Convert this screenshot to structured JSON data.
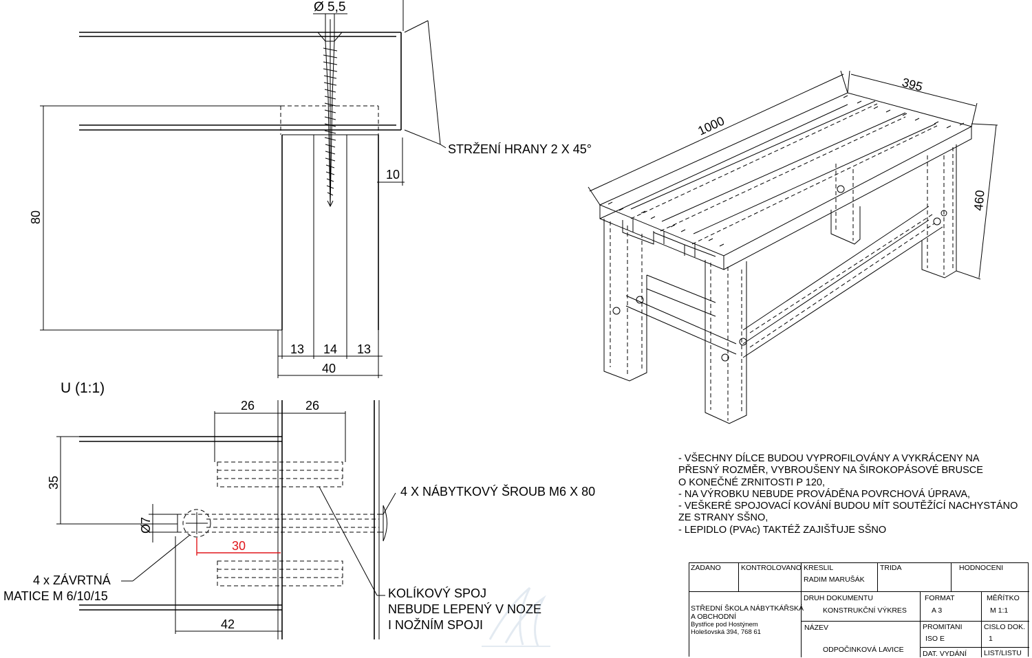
{
  "drawing": {
    "screw_diameter": "Ø 5,5",
    "chamfer_note": "STRŽENÍ HRANY 2 X 45°",
    "dim_10": "10",
    "dim_80": "80",
    "dim_13a": "13",
    "dim_14": "14",
    "dim_13b": "13",
    "dim_40": "40",
    "detail_label": "U (1:1)",
    "dim_26a": "26",
    "dim_26b": "26",
    "dim_35": "35",
    "dim_7": "Ø7",
    "dim_30": "30",
    "dim_42": "42",
    "bolt_note": "4 X NÁBYTKOVÝ ŠROUB M6 X 80",
    "nut_note_1": "4 x ZÁVRTNÁ",
    "nut_note_2": "MATICE M 6/10/15",
    "dowel_note_1": "KOLÍKOVÝ SPOJ",
    "dowel_note_2": "NEBUDE LEPENÝ V NOZE",
    "dowel_note_3": "I NOŽNÍM SPOJI",
    "iso_len": "1000",
    "iso_width": "395",
    "iso_height": "460"
  },
  "notes": [
    "- VŠECHNY DÍLCE BUDOU VYPROFILOVÁNY A VYKRÁCENY NA",
    "PŘESNÝ ROZMĚR, VYBROUŠENY NA ŠIROKOPÁSOVÉ BRUSCE",
    "O KONEČNÉ ZRNITOSTI P 120,",
    "- NA VÝROBKU NEBUDE PROVÁDĚNA POVRCHOVÁ ÚPRAVA,",
    "- VEŠKERÉ SPOJOVACÍ KOVÁNÍ BUDOU MÍT SOUTĚŽÍCÍ NACHYSTÁNO",
    "ZE STRANY SŠNO,",
    "- LEPIDLO (PVAc) TAKTÉŽ ZAJIŠŤUJE SŠNO"
  ],
  "title_block": {
    "zadano": "ZADANO",
    "kontrolovano": "KONTROLOVANO",
    "kreslil": "KRESLIL",
    "kreslil_name": "RADIM MARUŠÁK",
    "trida": "TRIDA",
    "hodnoceni": "HODNOCENI",
    "school_1": "STŘEDNÍ ŠKOLA NÁBYTKÁŘSKÁ",
    "school_2": "A OBCHODNÍ",
    "school_3": "Bystřice pod Hostýnem",
    "school_4": "Holešovská 394, 768 61",
    "druh_label": "DRUH DOKUMENTU",
    "druh_value": "KONSTRUKČNÍ VÝKRES",
    "format_label": "FORMAT",
    "format_value": "A 3",
    "meritko_label": "MĚŘÍTKO",
    "meritko_value": "M 1:1",
    "nazev_label": "NÁZEV",
    "nazev_value": "ODPOČINKOVÁ LAVICE",
    "promitani_label": "PROMITANI",
    "promitani_value": "ISO  E",
    "cislo_label": "CISLO DOK.",
    "cislo_value": "1",
    "dat_label": "DAT. VYDÁNÍ",
    "list_label": "LIST/LISTU"
  }
}
